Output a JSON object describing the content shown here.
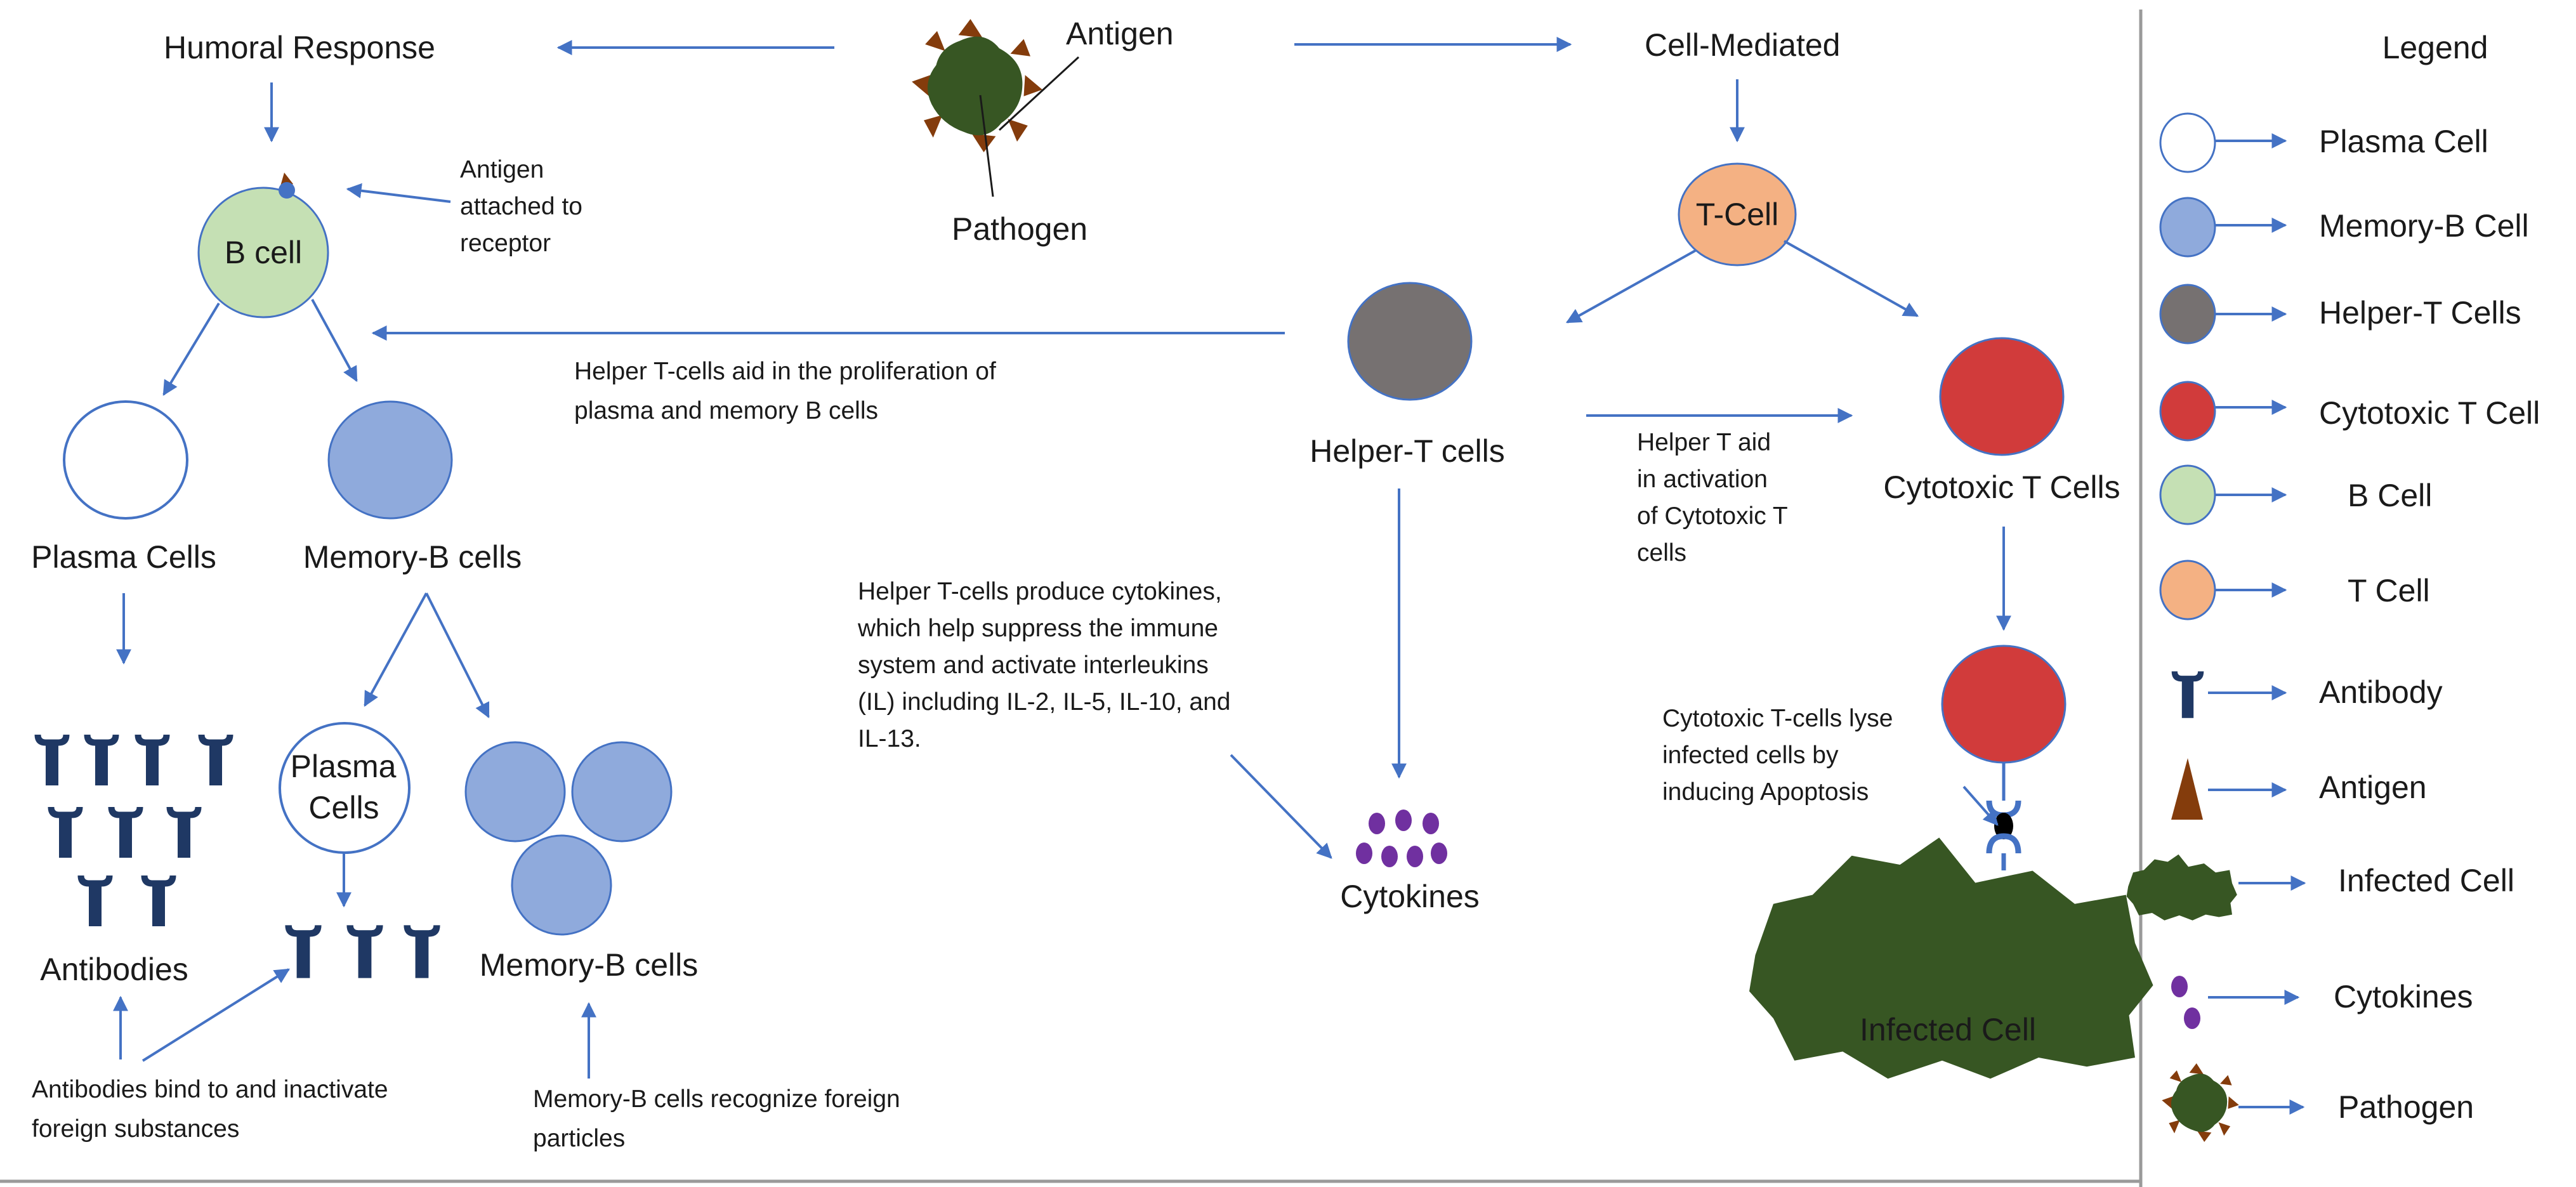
{
  "diagram": {
    "antigen_label": "Antigen",
    "pathogen_label": "Pathogen",
    "humoral_label": "Humoral Response",
    "cell_mediated_label": "Cell-Mediated",
    "b_cell_label": "B cell",
    "antigen_attached_note": [
      "Antigen",
      "attached to",
      "receptor"
    ],
    "plasma_cells_label": "Plasma Cells",
    "memory_b_cells_label": "Memory-B cells",
    "antibodies_label": "Antibodies",
    "plasma_cells_small_label": [
      "Plasma",
      "Cells"
    ],
    "memory_b_cells_bottom_label": "Memory-B cells",
    "antibodies_note": [
      "Antibodies bind to and inactivate",
      "foreign substances"
    ],
    "memory_note": [
      "Memory-B cells recognize foreign",
      "particles"
    ],
    "helper_proliferation_note": [
      "Helper T-cells aid in the proliferation of",
      "plasma and memory B cells"
    ],
    "t_cell_label": "T-Cell",
    "helper_t_cells_label": "Helper-T cells",
    "cytotoxic_t_cells_label": "Cytotoxic T Cells",
    "helper_activation_note": [
      "Helper T aid",
      "in activation",
      "of Cytotoxic T",
      "cells"
    ],
    "cytokines_note": [
      "Helper T-cells produce cytokines,",
      "which help suppress the immune",
      "system and activate interleukins",
      "(IL) including IL-2, IL-5, IL-10, and",
      "IL-13."
    ],
    "cytokines_label": "Cytokines",
    "lyse_note": [
      "Cytotoxic T-cells lyse",
      "infected cells by",
      "inducing Apoptosis"
    ],
    "infected_cell_label": "Infected Cell"
  },
  "legend": {
    "title": "Legend",
    "items": [
      {
        "icon": "plasma-cell-icon",
        "label": "Plasma Cell"
      },
      {
        "icon": "memory-b-cell-icon",
        "label": "Memory-B Cell"
      },
      {
        "icon": "helper-t-cell-icon",
        "label": "Helper-T Cells"
      },
      {
        "icon": "cytotoxic-t-cell-icon",
        "label": "Cytotoxic T Cell"
      },
      {
        "icon": "b-cell-icon",
        "label": "B Cell"
      },
      {
        "icon": "t-cell-icon",
        "label": "T Cell"
      },
      {
        "icon": "antibody-icon",
        "label": "Antibody"
      },
      {
        "icon": "antigen-icon",
        "label": "Antigen"
      },
      {
        "icon": "infected-cell-icon",
        "label": "Infected Cell"
      },
      {
        "icon": "cytokines-icon",
        "label": "Cytokines"
      },
      {
        "icon": "pathogen-icon",
        "label": "Pathogen"
      }
    ]
  },
  "colors": {
    "arrow": "#4472c4",
    "plasma_cell": "#ffffff",
    "memory_b_cell": "#8faadc",
    "helper_t_cell": "#767171",
    "cytotoxic_t_cell": "#d13b3b",
    "b_cell": "#c5e0b4",
    "t_cell": "#f4b183",
    "antibody": "#1f3864",
    "infected_cell": "#375623",
    "cytokine": "#7030a0",
    "antigen_spike": "#843c0c"
  }
}
